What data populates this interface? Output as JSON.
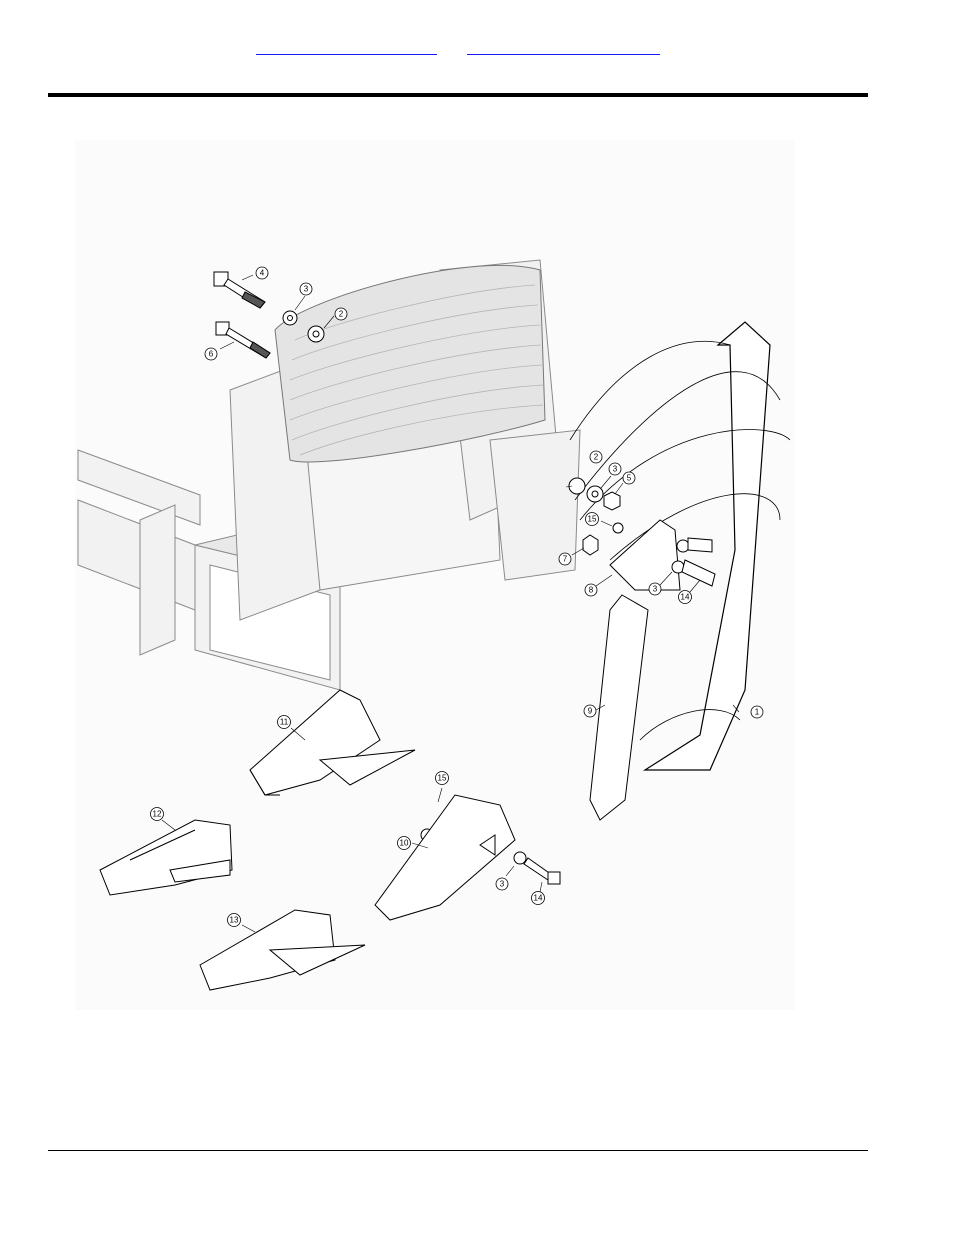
{
  "callouts": {
    "c1": "1",
    "c2a": "2",
    "c2b": "2",
    "c3a": "3",
    "c3b": "3",
    "c3c": "3",
    "c3d": "3",
    "c4": "4",
    "c5": "5",
    "c6": "6",
    "c7": "7",
    "c8": "8",
    "c9": "9",
    "c10": "10",
    "c11": "11",
    "c12": "12",
    "c13": "13",
    "c14a": "14",
    "c14b": "14",
    "c15a": "15",
    "c15b": "15"
  }
}
